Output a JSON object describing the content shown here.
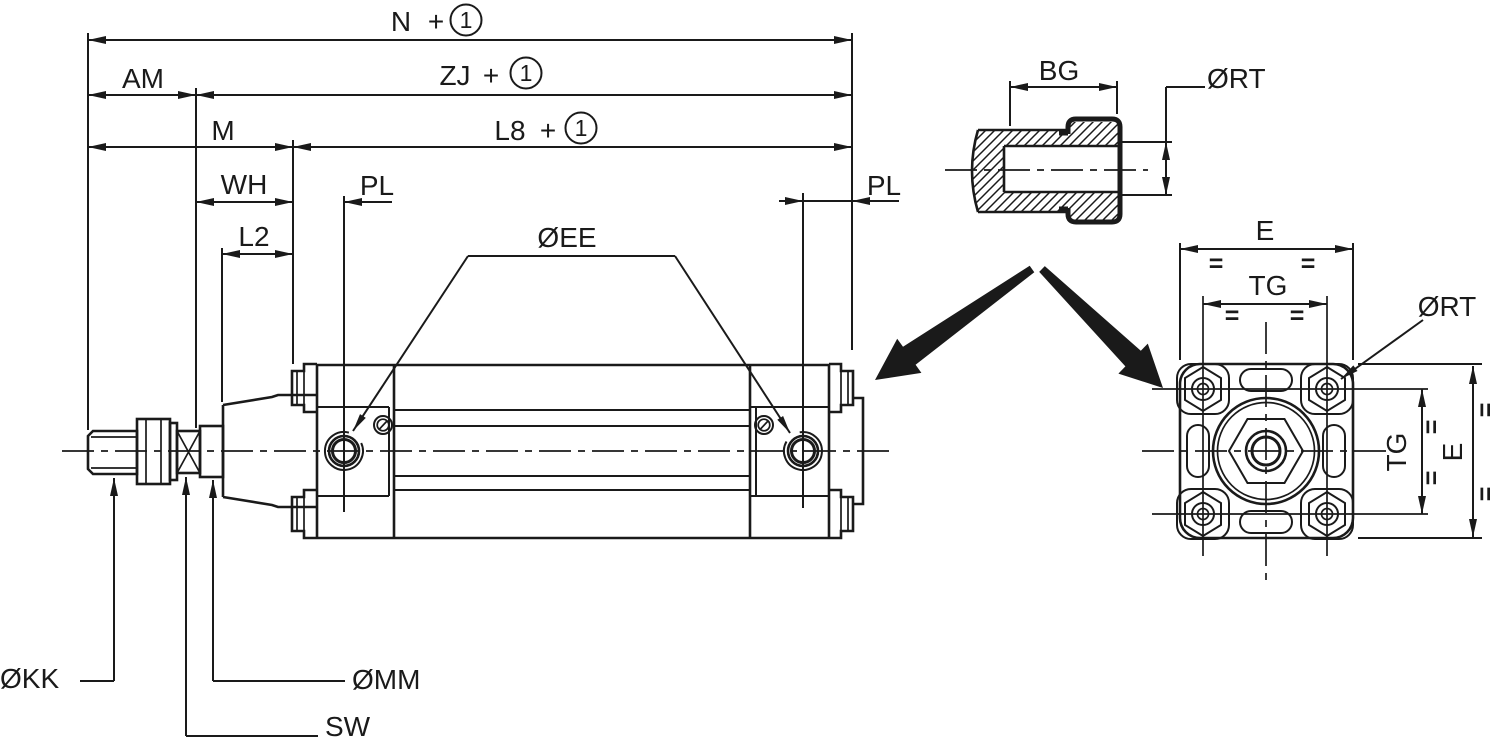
{
  "drawing": {
    "background": "#ffffff",
    "line_color": "#1a1a1a",
    "main_view": {
      "dim_n": "N",
      "dim_zj": "ZJ",
      "dim_l8": "L8",
      "plus": "+",
      "circled_note": "1",
      "dim_am": "AM",
      "dim_m": "M",
      "dim_wh": "WH",
      "dim_pl_left": "PL",
      "dim_l2": "L2",
      "dim_ee": "ØEE",
      "dim_pl_right": "PL",
      "dim_kk": "ØKK",
      "dim_mm": "ØMM",
      "dim_sw": "SW"
    },
    "detail_view": {
      "dim_bg": "BG",
      "dim_rt": "ØRT"
    },
    "end_view": {
      "dim_e_top": "E",
      "dim_tg_top": "TG",
      "dim_rt": "ØRT",
      "dim_tg_side": "TG",
      "dim_e_side": "E",
      "equal_mark": "="
    }
  }
}
